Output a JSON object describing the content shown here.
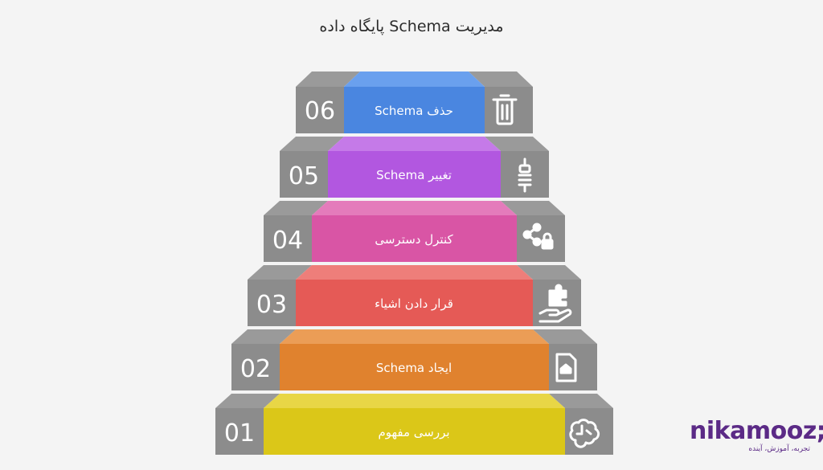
{
  "title": "مدیریت Schema پایگاه داده",
  "steps": [
    {
      "number": "06",
      "label": "حذف Schema",
      "color": "#4a86e0",
      "icon": "trash-icon"
    },
    {
      "number": "05",
      "label": "تغییر Schema",
      "color": "#b257e0",
      "icon": "screwdriver-icon"
    },
    {
      "number": "04",
      "label": "کنترل دسترسی",
      "color": "#d955a5",
      "icon": "share-lock-icon"
    },
    {
      "number": "03",
      "label": "قرار دادن اشیاء",
      "color": "#e55a56",
      "icon": "hand-puzzle-icon"
    },
    {
      "number": "02",
      "label": "ایجاد Schema",
      "color": "#e0822e",
      "icon": "file-home-icon"
    },
    {
      "number": "01",
      "label": "بررسی مفهوم",
      "color": "#dbc718",
      "icon": "brain-icon"
    }
  ],
  "logo": {
    "name": "nikamooz;",
    "tagline": "تجربه، آموزش، آینده"
  }
}
